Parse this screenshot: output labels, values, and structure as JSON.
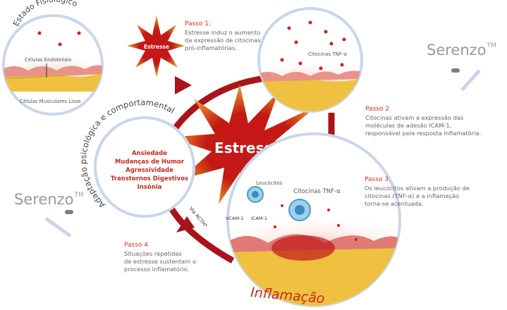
{
  "states": {
    "physiological": {
      "title": "Estado Fisiológico",
      "endothelial_label": "Células Endoteliais",
      "muscle_label": "Células Musculares Lisas"
    },
    "cytokines_label": "Citocinas TNF-α",
    "adaptation": {
      "title": "Adaptação psicológica e comportamental",
      "symptoms": [
        "Ansiedade",
        "Mudanças de Humor",
        "Agressividade",
        "Transtornos Digestivos",
        "Insônia"
      ]
    },
    "inflammation": {
      "title": "Inflamação",
      "leukocytes_label": "Leucócitos",
      "cytokines_label": "Citocinas TNF-α",
      "vcam_label": "VCAM-1",
      "icam_label": "ICAM-1"
    }
  },
  "stress": {
    "small_label": "Estresse",
    "big_label": "Estresse"
  },
  "via_label": "Via ACTH*",
  "steps": [
    {
      "title": "Passo 1:",
      "lines": [
        "Estresse induz o aumento",
        "da expressão de citocinas",
        "pró-inflamatórias."
      ]
    },
    {
      "title": "Passo 2",
      "lines": [
        "Citocinas ativam a expressão das",
        "moléculas de adesão ICAM-1,",
        "responsável pela resposta inflamatória."
      ]
    },
    {
      "title": "Passo 3",
      "lines": [
        "Os leucócitos ativam a produção de",
        "citocinas (TNF-α) e a inflamação",
        "torna-se acentuada."
      ]
    },
    {
      "title": "Passo 4",
      "lines": [
        "Situações repetidas",
        "de estresse sustentam o",
        "processo inflamatório."
      ]
    }
  ],
  "watermark": {
    "text": "Serenzo",
    "mark": "TM"
  },
  "colors": {
    "accent_red": "#c62a1e",
    "arrow_red": "#a8141a",
    "circle_border": "#c9d6ea",
    "step_title": "#d2361e"
  }
}
